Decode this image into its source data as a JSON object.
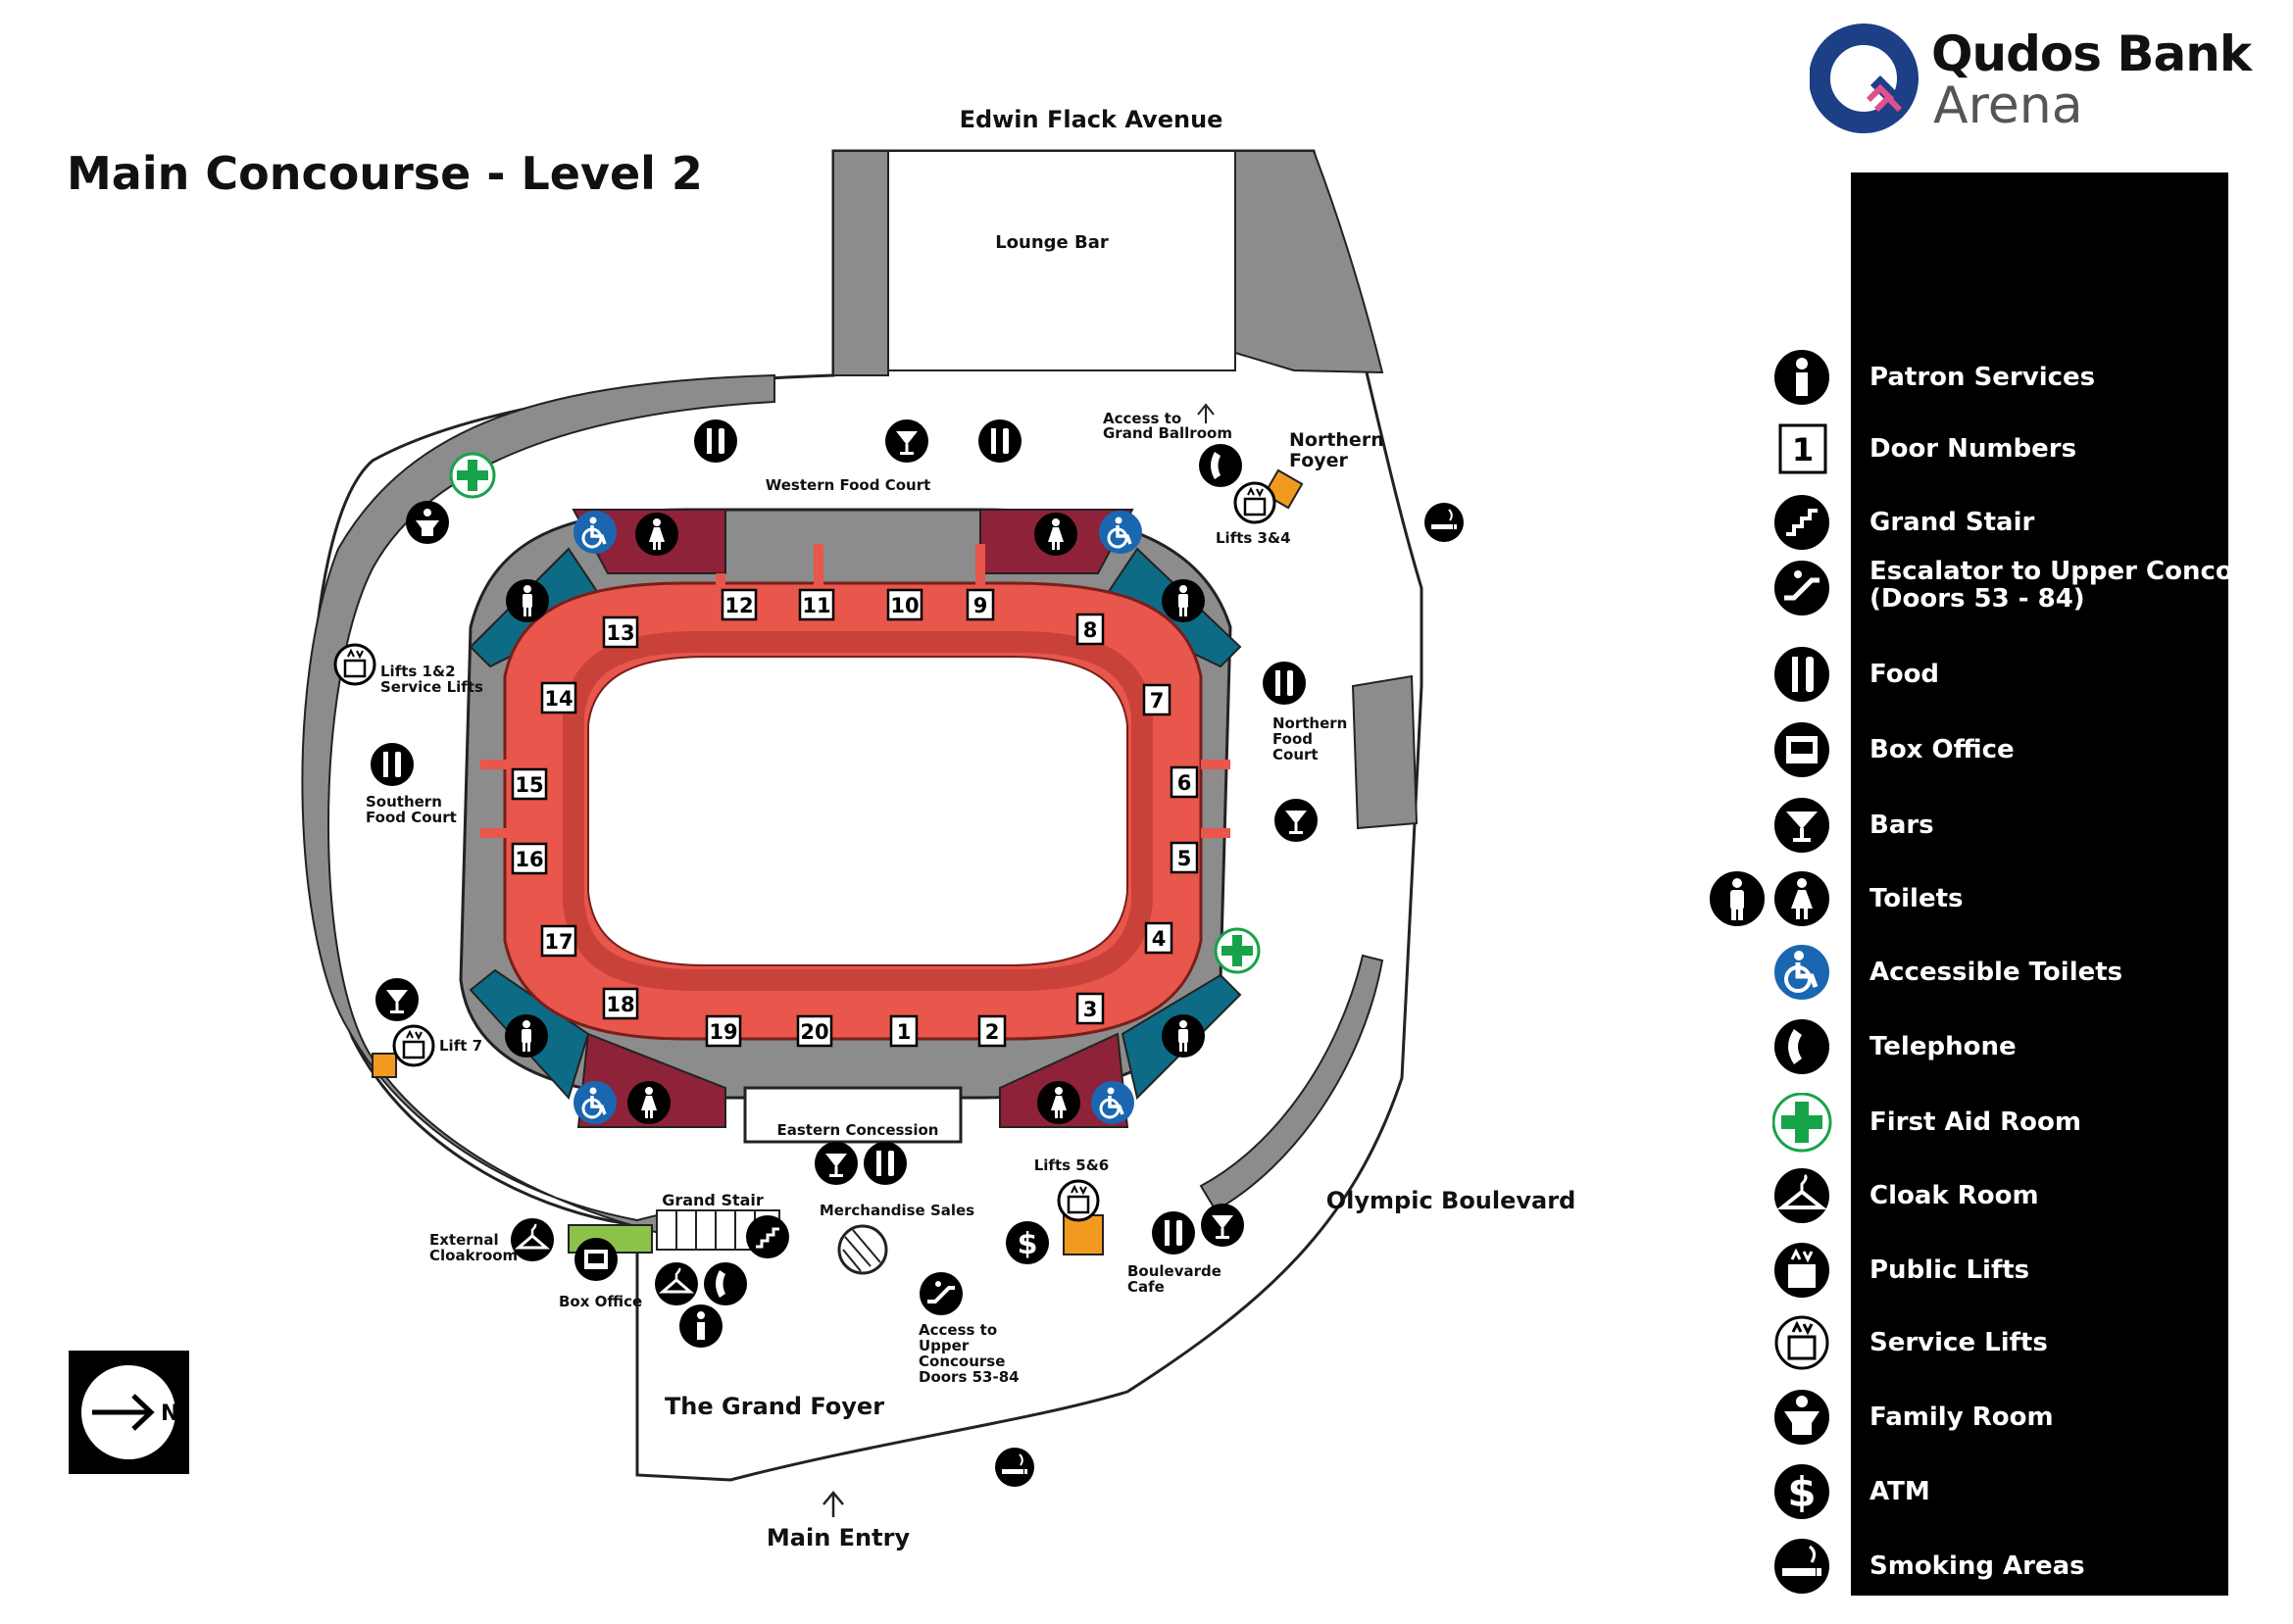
{
  "title": "Main Concourse - Level 2",
  "brand": {
    "name": "Qudos Bank",
    "sub": "Arena"
  },
  "streets": {
    "north": "Edwin Flack Avenue",
    "east": "Olympic Boulevard"
  },
  "labels": {
    "lounge_bar": "Lounge Bar",
    "western_food_court": "Western Food Court",
    "access_grand_ballroom_1": "Access to",
    "access_grand_ballroom_2": "Grand Ballroom",
    "northern_foyer_1": "Northern",
    "northern_foyer_2": "Foyer",
    "lifts_34": "Lifts 3&4",
    "lifts_12_1": "Lifts 1&2",
    "lifts_12_2": "Service Lifts",
    "southern_food_1": "Southern",
    "southern_food_2": "Food Court",
    "northern_food_1": "Northern",
    "northern_food_2": "Food",
    "northern_food_3": "Court",
    "lift_7": "Lift 7",
    "eastern_concession": "Eastern Concession",
    "grand_stair": "Grand Stair",
    "merchandise_sales": "Merchandise Sales",
    "lifts_56": "Lifts 5&6",
    "boulevarde_cafe_1": "Boulevarde",
    "boulevarde_cafe_2": "Cafe",
    "external_cloak_1": "External",
    "external_cloak_2": "Cloakroom",
    "box_office": "Box Office",
    "access_upper_1": "Access to",
    "access_upper_2": "Upper",
    "access_upper_3": "Concourse",
    "access_upper_4": "Doors 53-84",
    "grand_foyer": "The Grand Foyer",
    "main_entry": "Main Entry",
    "north_symbol": "N"
  },
  "doors": [
    "1",
    "2",
    "3",
    "4",
    "5",
    "6",
    "7",
    "8",
    "9",
    "10",
    "11",
    "12",
    "13",
    "14",
    "15",
    "16",
    "17",
    "18",
    "19",
    "20"
  ],
  "legend": [
    {
      "icon": "info-icon",
      "label": "Patron Services"
    },
    {
      "icon": "door-number-icon",
      "label": "Door Numbers",
      "sample": "1"
    },
    {
      "icon": "stair-icon",
      "label": "Grand Stair"
    },
    {
      "icon": "escalator-icon",
      "label": "Escalator to Upper Concourse",
      "label2": "(Doors 53 - 84)"
    },
    {
      "icon": "food-icon",
      "label": "Food"
    },
    {
      "icon": "box-office-icon",
      "label": "Box Office"
    },
    {
      "icon": "bar-icon",
      "label": "Bars"
    },
    {
      "icon": "toilets-icon",
      "label": "Toilets"
    },
    {
      "icon": "accessible-icon",
      "label": "Accessible Toilets"
    },
    {
      "icon": "telephone-icon",
      "label": "Telephone"
    },
    {
      "icon": "first-aid-icon",
      "label": "First Aid Room"
    },
    {
      "icon": "cloak-icon",
      "label": "Cloak Room"
    },
    {
      "icon": "public-lift-icon",
      "label": "Public Lifts"
    },
    {
      "icon": "service-lift-icon",
      "label": "Service Lifts"
    },
    {
      "icon": "family-icon",
      "label": "Family Room"
    },
    {
      "icon": "atm-icon",
      "label": "ATM",
      "sample": "$"
    },
    {
      "icon": "smoking-icon",
      "label": "Smoking Areas"
    }
  ],
  "colors": {
    "seating": "#e8564c",
    "seating_dark": "#c9423a",
    "concourse": "#8c8c8c",
    "toilet_maroon": "#8e2238",
    "toilet_teal": "#0d6b86",
    "accessible_blue": "#1a66b0",
    "first_aid_green": "#17a34a",
    "orange": "#f29a1f",
    "brand_navy": "#1c3f86",
    "brand_pink": "#e0508c"
  }
}
